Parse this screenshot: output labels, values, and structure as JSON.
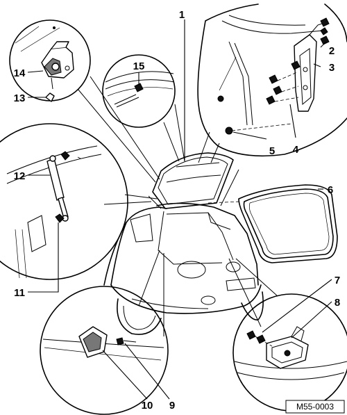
{
  "callouts": [
    {
      "id": "1",
      "label": "1"
    },
    {
      "id": "2",
      "label": "2"
    },
    {
      "id": "3",
      "label": "3"
    },
    {
      "id": "4",
      "label": "4"
    },
    {
      "id": "5",
      "label": "5"
    },
    {
      "id": "6",
      "label": "6"
    },
    {
      "id": "7",
      "label": "7"
    },
    {
      "id": "8",
      "label": "8"
    },
    {
      "id": "9",
      "label": "9"
    },
    {
      "id": "10",
      "label": "10"
    },
    {
      "id": "11",
      "label": "11"
    },
    {
      "id": "12",
      "label": "12"
    },
    {
      "id": "13",
      "label": "13"
    },
    {
      "id": "14",
      "label": "14"
    },
    {
      "id": "15",
      "label": "15"
    }
  ],
  "reference_code": "M55-0003"
}
